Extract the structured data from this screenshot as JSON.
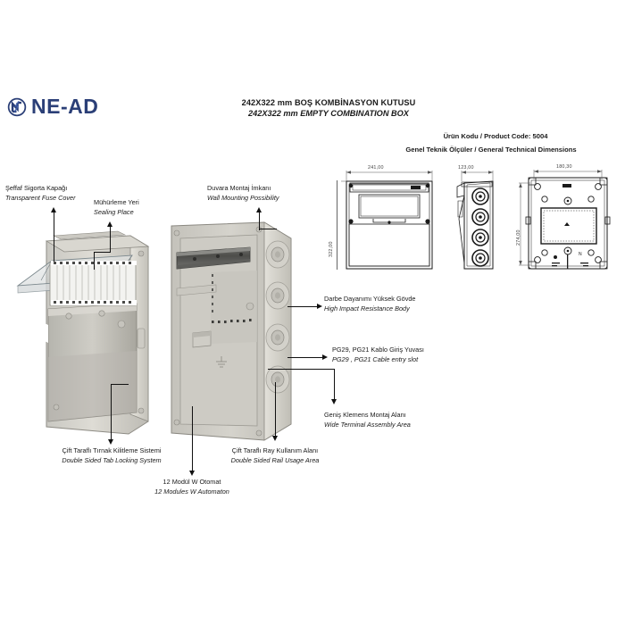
{
  "brand": {
    "name": "NE-AD",
    "logo_icon": "circle-lightning-bolt-icon",
    "color": "#2b3f77"
  },
  "header": {
    "title_tr": "242X322 mm BOŞ KOMBİNASYON KUTUSU",
    "title_en": "242X322 mm EMPTY COMBINATION BOX",
    "product_code_line": "Ürün Kodu / Product Code: 5004",
    "dimensions_heading": "Genel Teknik Ölçüler / General Technical Dimensions"
  },
  "callouts": [
    {
      "id": "transparent-fuse-cover",
      "tr": "Şeffaf Sigorta Kapağı",
      "en": "Transparent Fuse Cover"
    },
    {
      "id": "sealing-place",
      "tr": "Mühürleme Yeri",
      "en": "Sealing Place"
    },
    {
      "id": "wall-mounting",
      "tr": "Duvara Montaj İmkanı",
      "en": "Wall Mounting Possibility"
    },
    {
      "id": "high-impact-body",
      "tr": "Darbe Dayanımı Yüksek Gövde",
      "en": "High Impact Resistance Body"
    },
    {
      "id": "cable-entry-slot",
      "tr": "PG29, PG21 Kablo Giriş Yuvası",
      "en": "PG29 , PG21 Cable entry slot"
    },
    {
      "id": "wide-terminal-area",
      "tr": "Geniş Klemens Montaj Alanı",
      "en": "Wide Terminal Assembly Area"
    },
    {
      "id": "tab-locking-system",
      "tr": "Çift Taraflı Tırnak Kilitleme Sistemi",
      "en": "Double Sided Tab Locking System"
    },
    {
      "id": "modules-automaton",
      "tr": "12 Modül W Otomat",
      "en": "12 Modules W Automaton"
    },
    {
      "id": "rail-usage-area",
      "tr": "Çift Taraflı Ray Kullanım Alanı",
      "en": "Double Sided Rail Usage Area"
    }
  ],
  "technical_dimensions": {
    "front_width": "241,00",
    "front_height": "322,00",
    "side_depth": "123,00",
    "back_inner_width": "180,30",
    "back_inner_height": "274,00"
  },
  "photos": [
    {
      "id": "closed-box-photo",
      "alt": "Kapalı kombinasyon kutusu / closed combination box with transparent fuse cover"
    },
    {
      "id": "open-box-photo",
      "alt": "Açık kombinasyon kutusu / open box with DIN rail and cable knockouts"
    }
  ],
  "drawings": [
    {
      "id": "front-view-drawing",
      "alt": "Ön görünüş / front view"
    },
    {
      "id": "side-view-drawing",
      "alt": "Yan görünüş / side view"
    },
    {
      "id": "back-view-drawing",
      "alt": "Arka görünüş / back view"
    }
  ]
}
